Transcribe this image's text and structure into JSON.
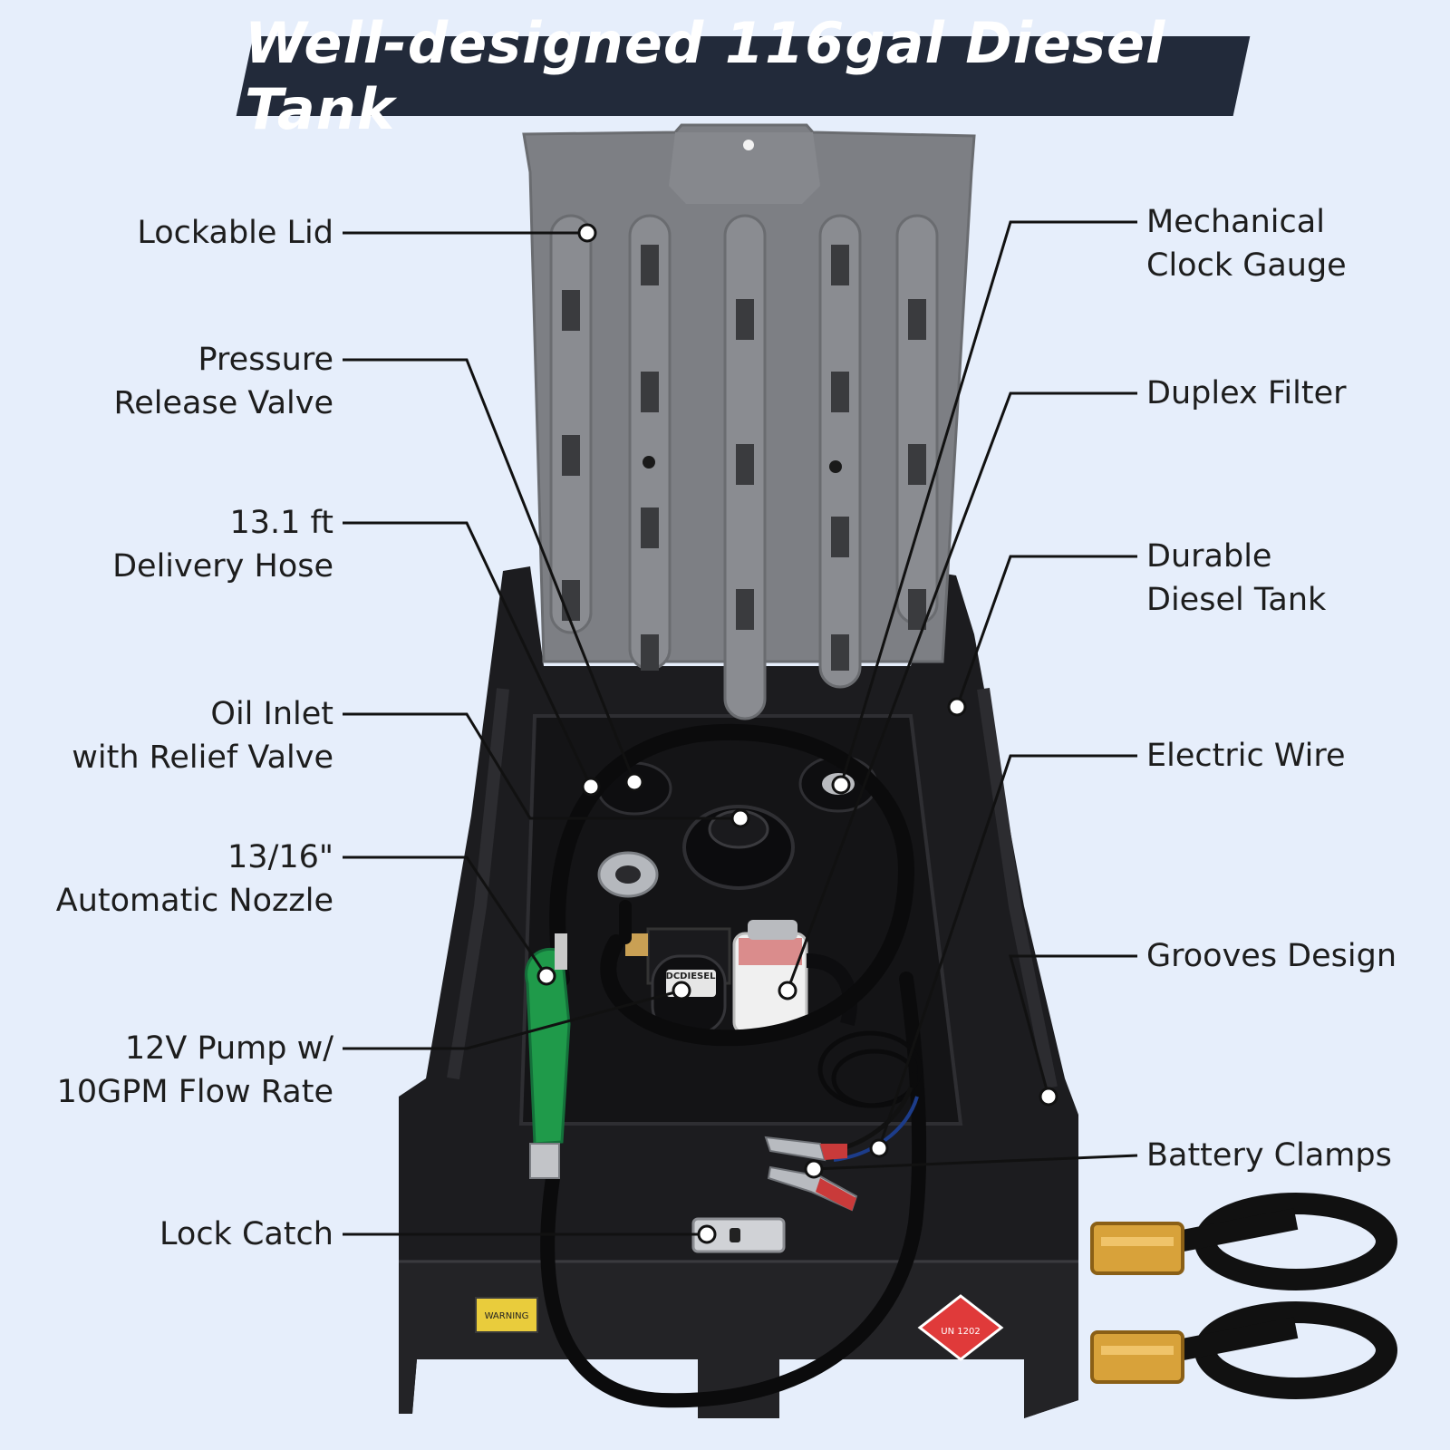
{
  "title": "Well-designed 116gal Diesel Tank",
  "labels": {
    "lockable_lid": [
      "Lockable Lid"
    ],
    "pressure_release_valve": [
      "Pressure",
      "Release Valve"
    ],
    "delivery_hose": [
      "13.1 ft",
      "Delivery Hose"
    ],
    "oil_inlet": [
      "Oil Inlet",
      "with Relief Valve"
    ],
    "automatic_nozzle": [
      "13/16\"",
      "Automatic Nozzle"
    ],
    "pump": [
      "12V Pump w/",
      "10GPM Flow Rate"
    ],
    "lock_catch": [
      "Lock Catch"
    ],
    "clock_gauge": [
      "Mechanical",
      "Clock Gauge"
    ],
    "duplex_filter": [
      "Duplex Filter"
    ],
    "diesel_tank": [
      "Durable",
      "Diesel Tank"
    ],
    "electric_wire": [
      "Electric Wire"
    ],
    "grooves_design": [
      "Grooves Design"
    ],
    "battery_clamps": [
      "Battery Clamps"
    ]
  },
  "decals": {
    "warning": "WARNING",
    "hazard": "UN 1202",
    "pump_brand": "DCDIESEL"
  },
  "colors": {
    "background": "#e6eefb",
    "banner": "#222a3a",
    "tank": "#1c1c1f",
    "lid": "#7d7f84",
    "nozzle": "#1f9a4a",
    "hazard": "#e03a3a",
    "strap_buckle": "#d8a23a"
  }
}
